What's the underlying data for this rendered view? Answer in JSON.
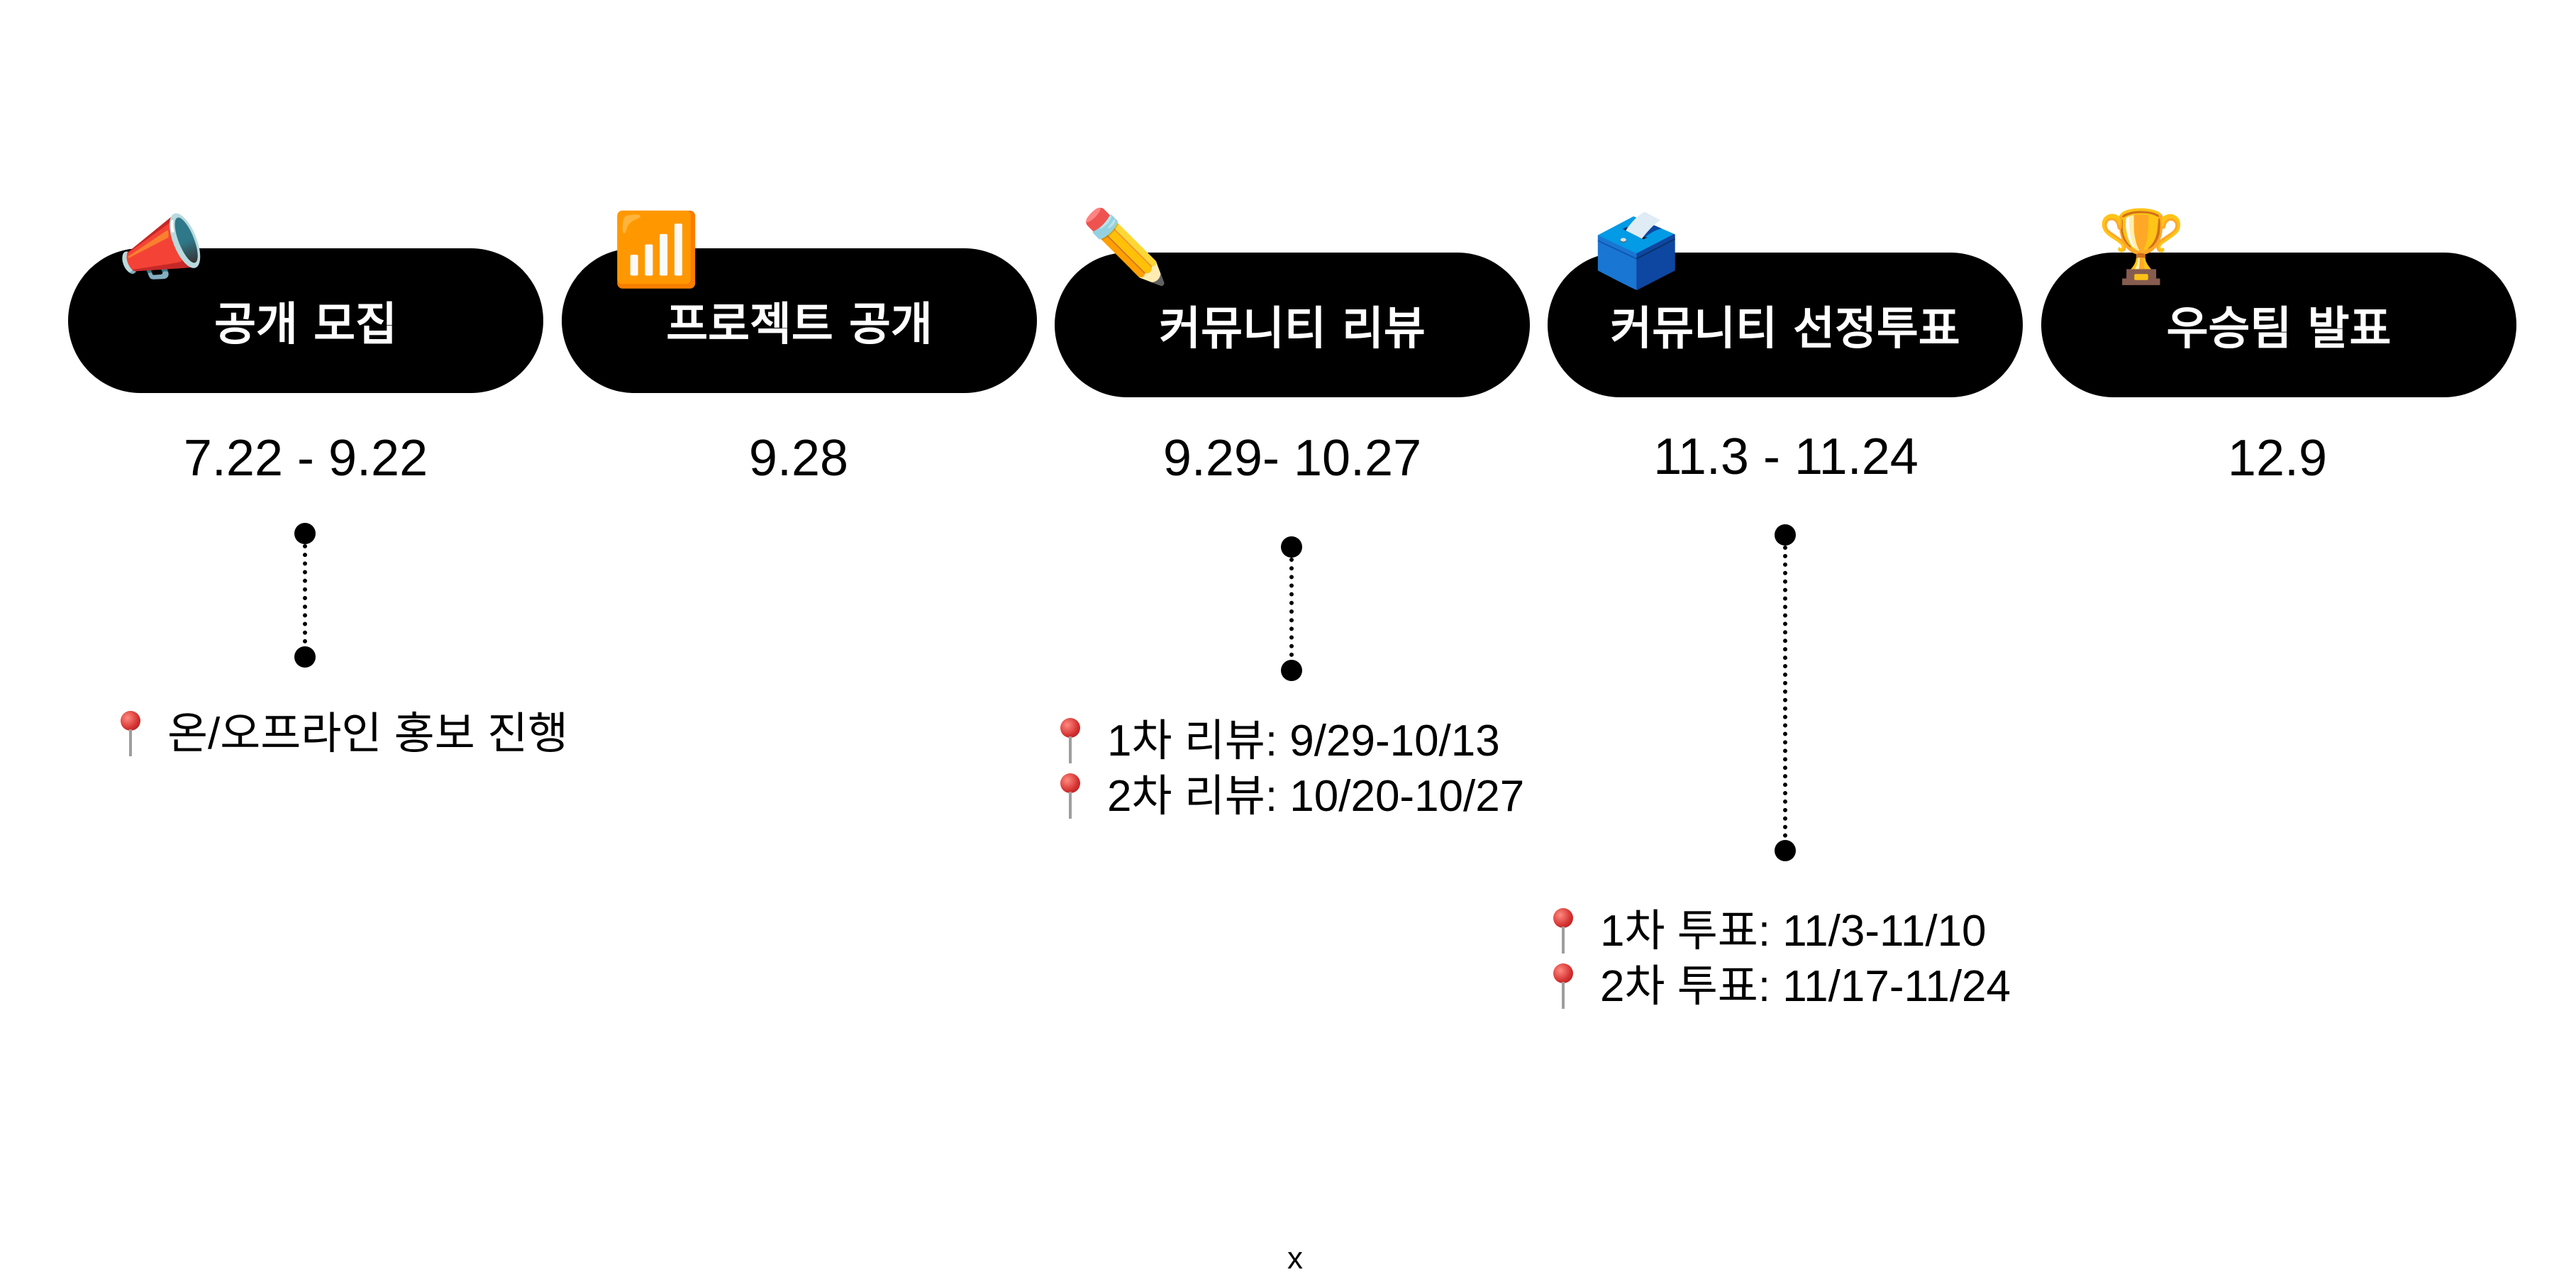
{
  "stages": [
    {
      "title": "공개 모집",
      "icon": "megaphone-icon",
      "glyph": "📣",
      "date": "7.22 - 9.22"
    },
    {
      "title": "프로젝트 공개",
      "icon": "wifi-icon",
      "glyph": "📶",
      "date": "9.28"
    },
    {
      "title": "커뮤니티 리뷰",
      "icon": "pencil-icon",
      "glyph": "✏️",
      "date": "9.29- 10.27"
    },
    {
      "title": "커뮤니티 선정투표",
      "icon": "ballot-box-icon",
      "glyph": "🗳️",
      "date": "11.3 - 11.24"
    },
    {
      "title": "우승팀 발표",
      "icon": "trophy-icon",
      "glyph": "🏆",
      "date": "12.9"
    }
  ],
  "details": {
    "recruit": [
      "온/오프라인 홍보 진행"
    ],
    "review": [
      "1차 리뷰: 9/29-10/13",
      "2차 리뷰: 10/20-10/27"
    ],
    "vote": [
      "1차 투표: 11/3-11/10",
      "2차 투표: 11/17-11/24"
    ]
  },
  "footer": "x"
}
